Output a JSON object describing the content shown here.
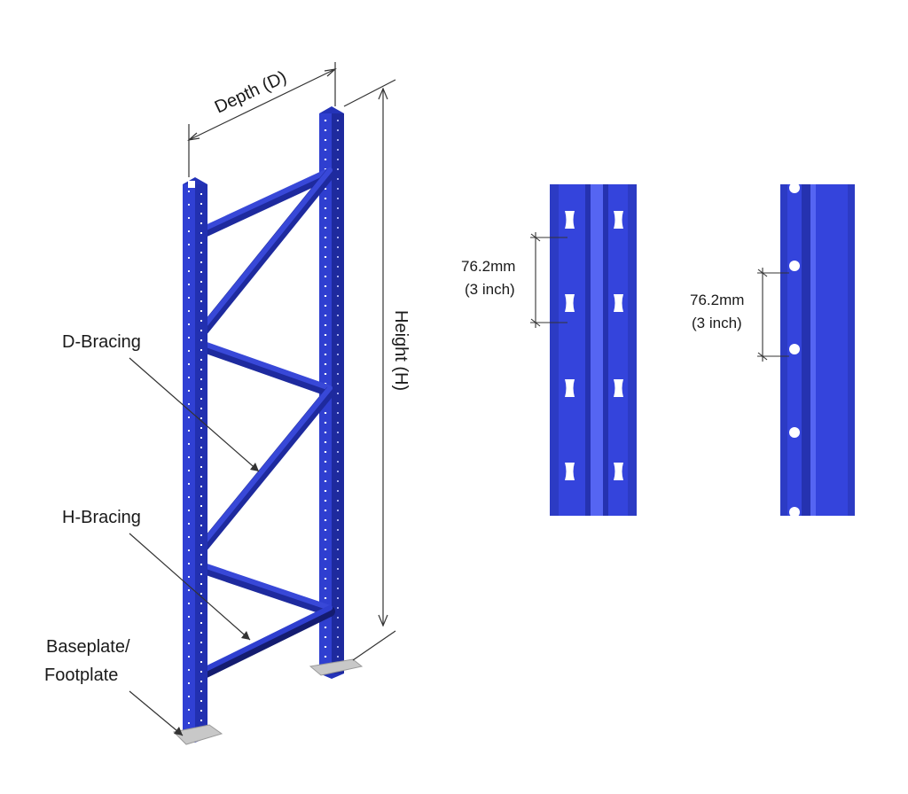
{
  "labels": {
    "depth": "Depth (D)",
    "height": "Height (H)",
    "d_bracing": "D-Bracing",
    "h_bracing": "H-Bracing",
    "baseplate_line1": "Baseplate/",
    "baseplate_line2": "Footplate"
  },
  "detail_left": {
    "pitch_mm": "76.2mm",
    "pitch_inch": "(3 inch)"
  },
  "detail_right": {
    "pitch_mm": "76.2mm",
    "pitch_inch": "(3 inch)"
  },
  "colors": {
    "upright_blue": "#2f3fd0",
    "upright_dark": "#1e2a9e",
    "upright_light": "#4a5cf0",
    "baseplate": "#c8c8c8",
    "dimension_line": "#333333"
  }
}
